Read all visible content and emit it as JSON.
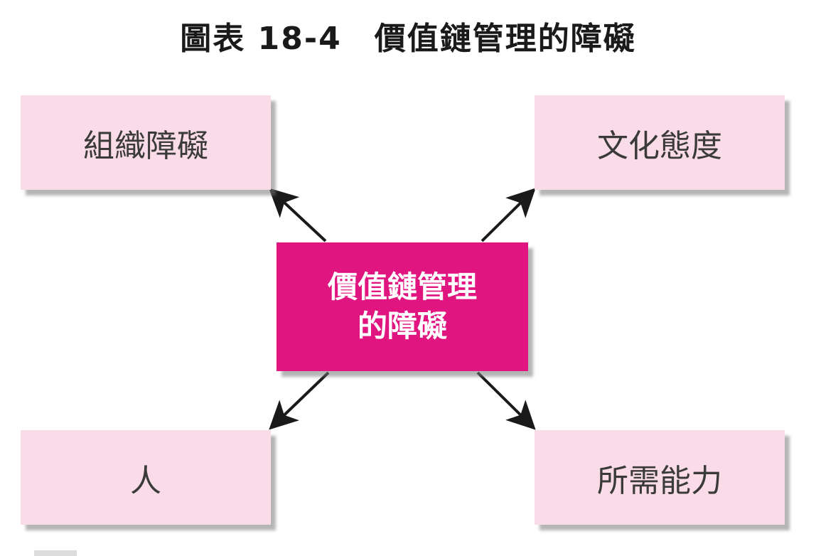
{
  "title": "圖表 18-4　價值鏈管理的障礙",
  "center": {
    "line1": "價值鏈管理",
    "line2": "的障礙"
  },
  "barriers": [
    {
      "label": "組織障礙"
    },
    {
      "label": "文化態度"
    },
    {
      "label": "人"
    },
    {
      "label": "所需能力"
    }
  ],
  "colors": {
    "center_fill": "#e0157f",
    "box_fill": "#fadbe8",
    "arrow": "#1a1a1a"
  }
}
